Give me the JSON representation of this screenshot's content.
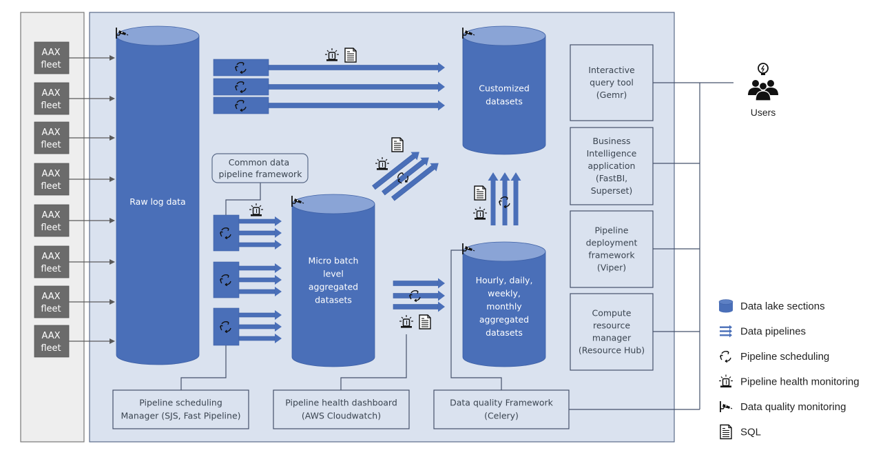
{
  "colors": {
    "cylinder_body": "#4a6fb8",
    "cylinder_top": "#8aa4d6",
    "pipe": "#4a6fb8",
    "main_frame_bg": "#dae2ef",
    "main_frame_border": "#5a6a88",
    "fleet_frame_bg": "#eeeeee",
    "fleet_frame_border": "#777777",
    "fleet_box": "#6b6b6b",
    "line": "#44506a"
  },
  "sources": {
    "fleet_label_line1": "AAX",
    "fleet_label_line2": "fleet",
    "count": 8
  },
  "data_lake": {
    "raw": {
      "lines": [
        "Raw log data"
      ]
    },
    "customized": {
      "lines": [
        "Customized",
        "datasets"
      ]
    },
    "micro_batch": {
      "lines": [
        "Micro batch",
        "level",
        "aggregated",
        "datasets"
      ]
    },
    "periodic": {
      "lines": [
        "Hourly, daily,",
        "weekly,",
        "monthly",
        "aggregated",
        "datasets"
      ]
    }
  },
  "framework_callout": {
    "lines": [
      "Common data",
      "pipeline framework"
    ]
  },
  "tools": [
    {
      "lines": [
        "Interactive",
        "query tool",
        "(Gemr)"
      ]
    },
    {
      "lines": [
        "Business",
        "Intelligence",
        "application",
        "(FastBI,",
        "Superset)"
      ]
    },
    {
      "lines": [
        "Pipeline",
        "deployment",
        "framework",
        "(Viper)"
      ]
    },
    {
      "lines": [
        "Compute",
        "resource",
        "manager",
        "(Resource Hub)"
      ]
    }
  ],
  "bottom_boxes": [
    {
      "lines": [
        "Pipeline scheduling",
        "Manager (SJS, Fast Pipeline)"
      ]
    },
    {
      "lines": [
        "Pipeline health dashboard",
        "(AWS Cloudwatch)"
      ]
    },
    {
      "lines": [
        "Data quality Framework",
        "(Celery)"
      ]
    }
  ],
  "users": {
    "label": "Users",
    "icon": "users-lightbulb-icon"
  },
  "legend": [
    {
      "icon": "cylinder-icon",
      "label": "Data lake sections"
    },
    {
      "icon": "pipeline-arrows-icon",
      "label": "Data pipelines"
    },
    {
      "icon": "refresh-cycle-icon",
      "label": "Pipeline scheduling"
    },
    {
      "icon": "siren-icon",
      "label": "Pipeline health monitoring"
    },
    {
      "icon": "camera-icon",
      "label": "Data quality monitoring"
    },
    {
      "icon": "document-icon",
      "label": "SQL"
    }
  ]
}
